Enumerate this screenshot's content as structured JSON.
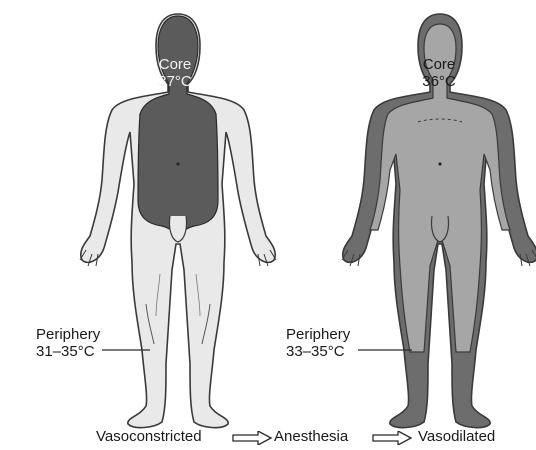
{
  "left_figure": {
    "core_label": "Core",
    "core_temp": "37°C",
    "periphery_label": "Periphery",
    "periphery_temp": "31–35°C"
  },
  "right_figure": {
    "core_label": "Core",
    "core_temp": "36°C",
    "periphery_label": "Periphery",
    "periphery_temp": "33–35°C"
  },
  "process": {
    "step1": "Vasoconstricted",
    "step2": "Anesthesia",
    "step3": "Vasodilated"
  },
  "colors": {
    "core_dark": "#5b5b5b",
    "periphery_light": "#e9e9e9",
    "periphery_dark": "#6d6d6d",
    "core_light": "#a6a6a6",
    "outline": "#3a3a3a"
  }
}
